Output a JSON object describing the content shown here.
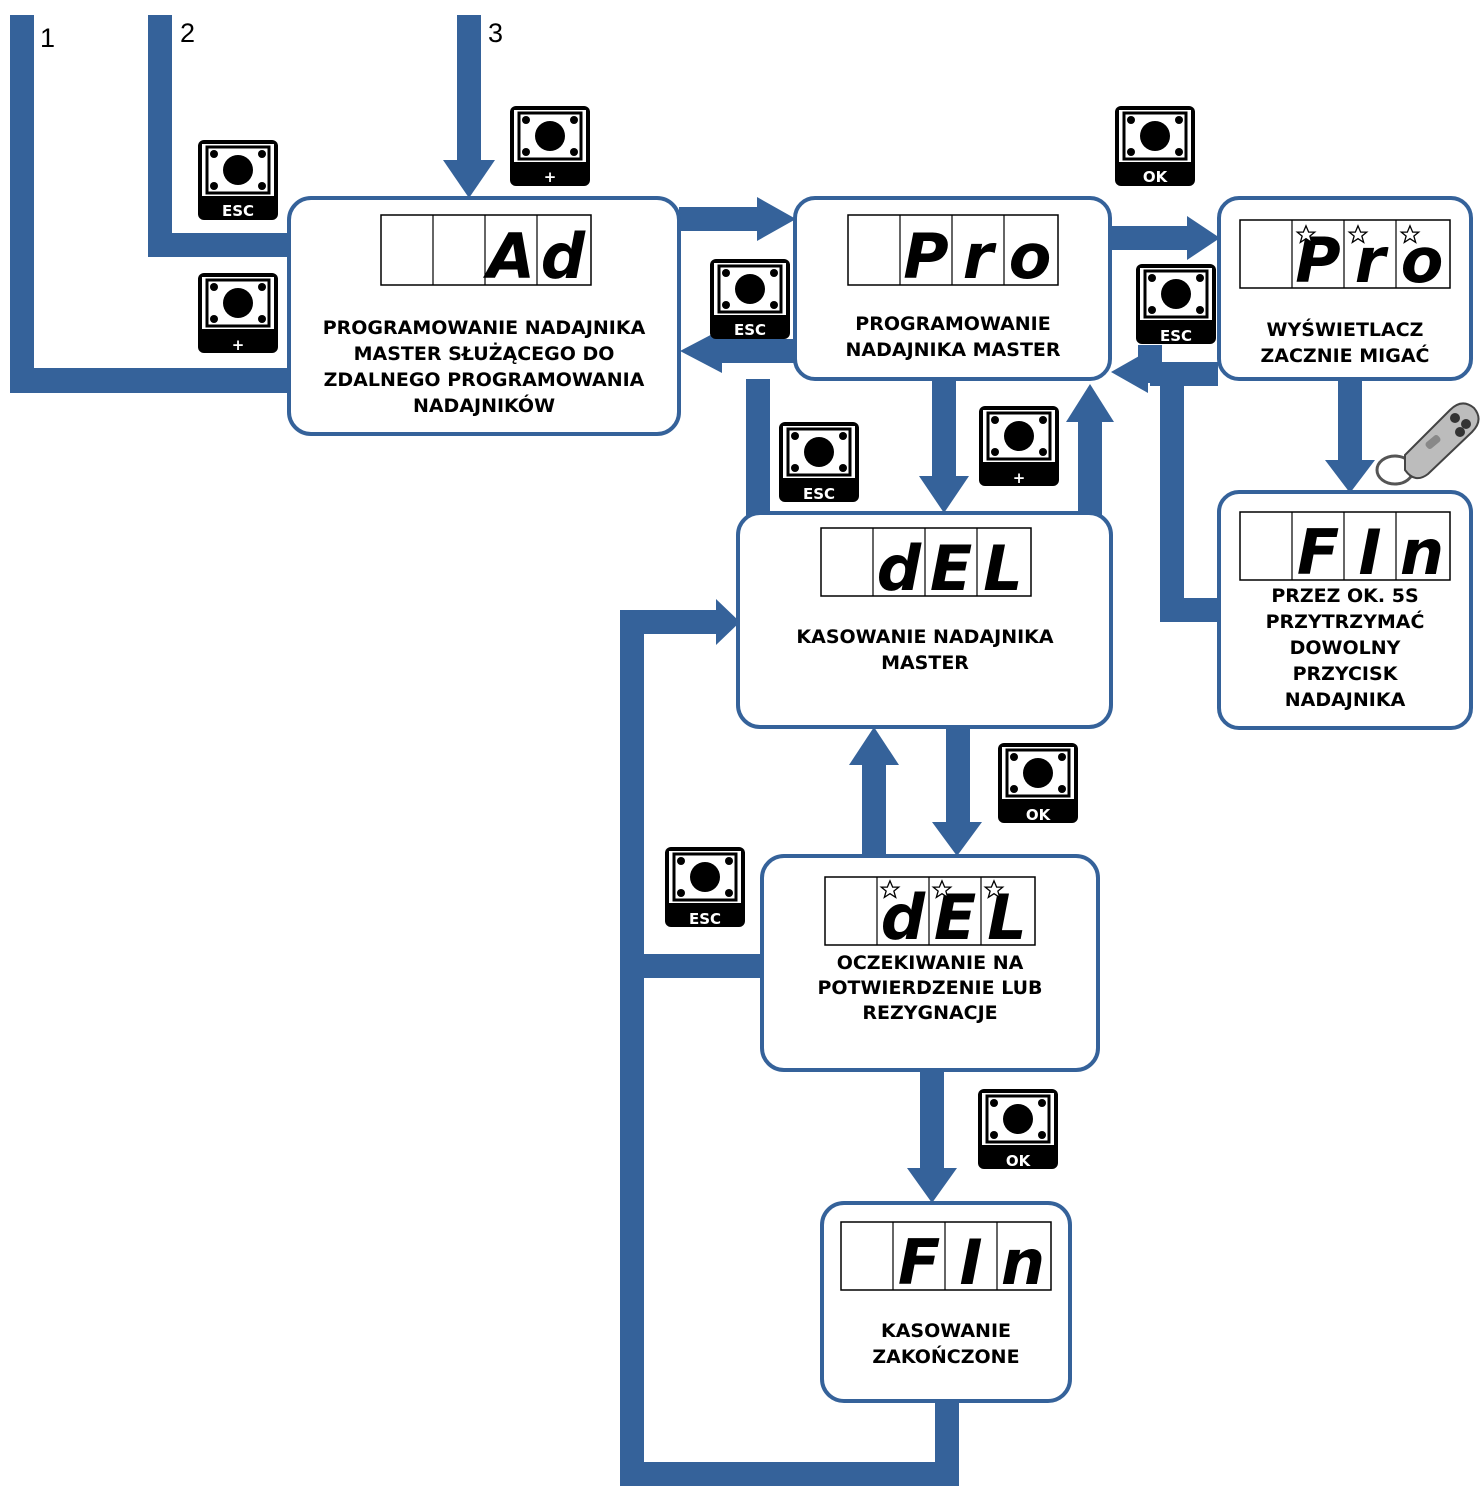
{
  "entry_labels": [
    "1",
    "2",
    "3"
  ],
  "buttons": {
    "esc": "ESC",
    "plus": "+",
    "ok": "OK"
  },
  "states": {
    "ad": {
      "display": [
        "",
        "",
        "A",
        "d"
      ],
      "lines": [
        "PROGRAMOWANIE NADAJNIKA",
        "MASTER SŁUŻĄCEGO DO",
        "ZDALNEGO PROGRAMOWANIA",
        "NADAJNIKÓW"
      ]
    },
    "pro": {
      "display": [
        "",
        "P",
        "r",
        "o"
      ],
      "lines": [
        "PROGRAMOWANIE",
        "NADAJNIKA MASTER"
      ]
    },
    "pro_blink": {
      "display": [
        "",
        "P",
        "r",
        "o"
      ],
      "lines": [
        "WYŚWIETLACZ",
        "ZACZNIE MIGAĆ"
      ]
    },
    "fin_remote": {
      "display": [
        "",
        "F",
        "I",
        "n"
      ],
      "lines": [
        "PRZEZ OK. 5S",
        "PRZYTRZYMAĆ",
        "DOWOLNY",
        "PRZYCISK",
        "NADAJNIKA"
      ]
    },
    "del": {
      "display": [
        "",
        "d",
        "E",
        "L"
      ],
      "lines": [
        "KASOWANIE NADAJNIKA",
        "MASTER"
      ]
    },
    "del_blink": {
      "display": [
        "",
        "d",
        "E",
        "L"
      ],
      "lines": [
        "OCZEKIWANIE NA",
        "POTWIERDZENIE LUB",
        "REZYGNACJE"
      ]
    },
    "fin": {
      "display": [
        "",
        "F",
        "I",
        "n"
      ],
      "lines": [
        "KASOWANIE",
        "ZAKOŃCZONE"
      ]
    }
  },
  "colors": {
    "arrow": "#35629a",
    "box_border": "#35629a",
    "button_frame": "#000000"
  },
  "icons": [
    "push-button-icon",
    "remote-control-icon",
    "blink-star-icon"
  ]
}
